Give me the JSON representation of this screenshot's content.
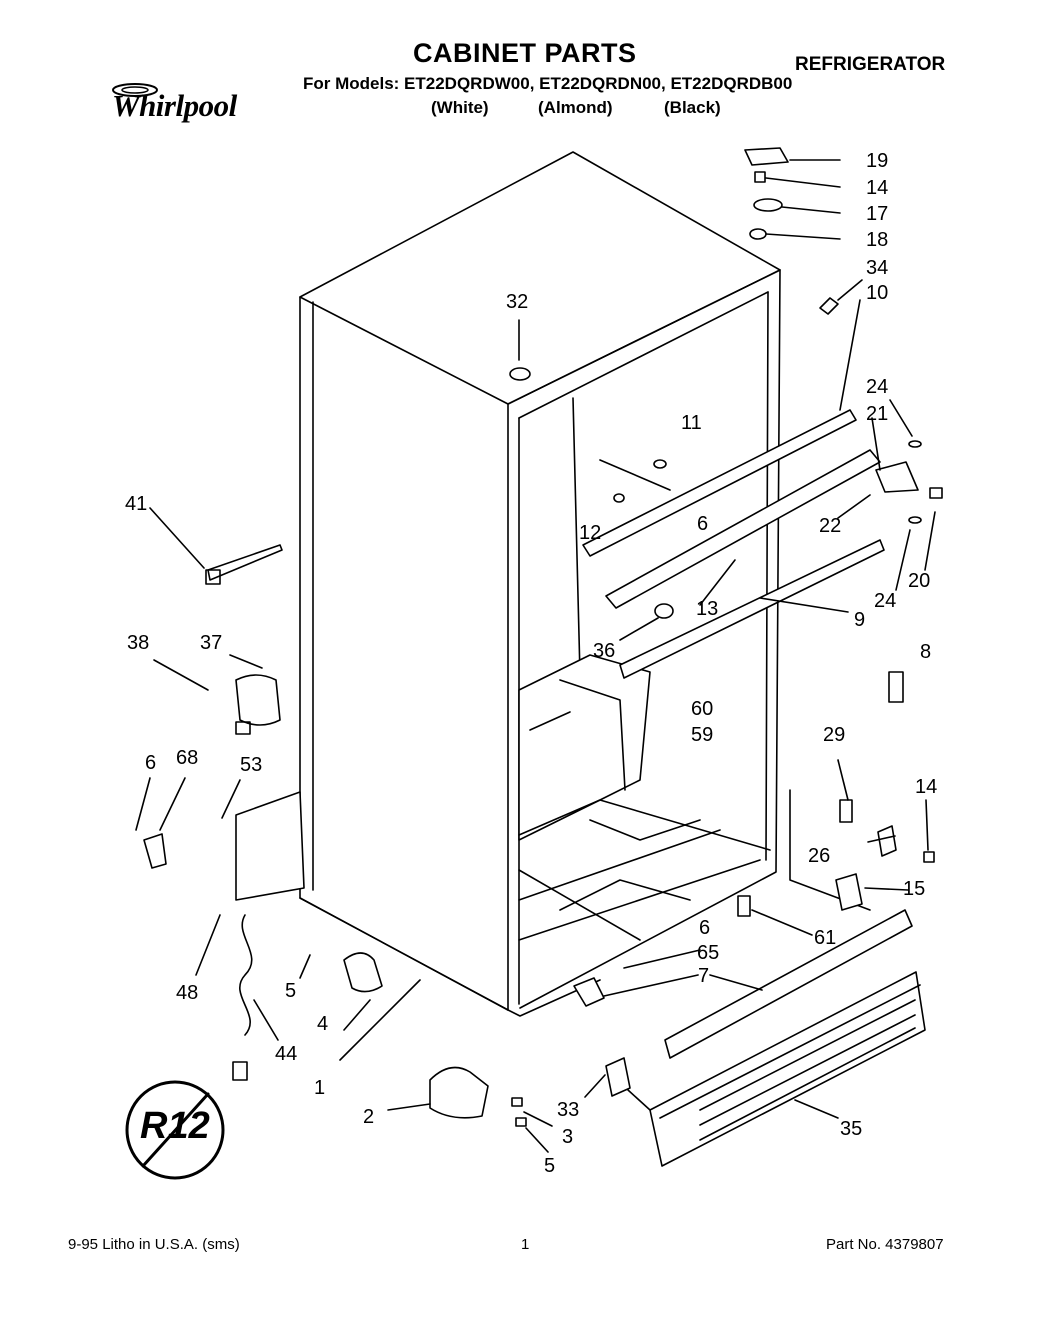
{
  "header": {
    "brand": "Whirlpool",
    "title": "CABINET PARTS",
    "doc_type": "REFRIGERATOR",
    "models_line": "For Models: ET22DQRDW00, ET22DQRDN00, ET22DQRDB00",
    "colors": [
      "(White)",
      "(Almond)",
      "(Black)"
    ]
  },
  "callouts": [
    "19",
    "14",
    "17",
    "18",
    "34",
    "10",
    "32",
    "24",
    "21",
    "11",
    "41",
    "6",
    "12",
    "22",
    "20",
    "13",
    "24",
    "9",
    "36",
    "8",
    "38",
    "37",
    "60",
    "59",
    "29",
    "6",
    "68",
    "53",
    "14",
    "26",
    "15",
    "61",
    "6",
    "65",
    "7",
    "48",
    "5",
    "4",
    "44",
    "1",
    "2",
    "33",
    "3",
    "35",
    "5"
  ],
  "badge": {
    "text": "R12",
    "icon": "no-r12-refrigerant-icon"
  },
  "footer": {
    "left": "9-95  Litho in U.S.A. (sms)",
    "center": "1",
    "right": "Part No. 4379807"
  }
}
